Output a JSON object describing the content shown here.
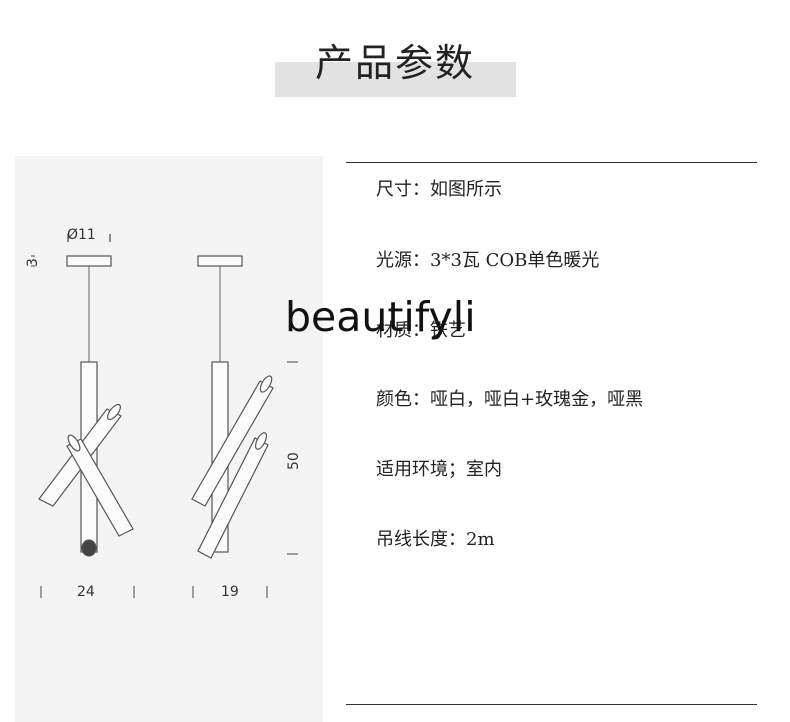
{
  "title": "产品参数",
  "watermark": "beautifyli",
  "dimensions": {
    "diameter": "Ø11",
    "canopy_height": "3",
    "tube_length": "50",
    "width_front": "24",
    "width_side": "19"
  },
  "specs": [
    "尺寸：如图所示",
    "光源：3*3瓦 COB单色暖光",
    "材质：铁艺",
    "颜色：哑白，哑白+玫瑰金，哑黑",
    "适用环境；室内",
    "吊线长度：2m"
  ]
}
